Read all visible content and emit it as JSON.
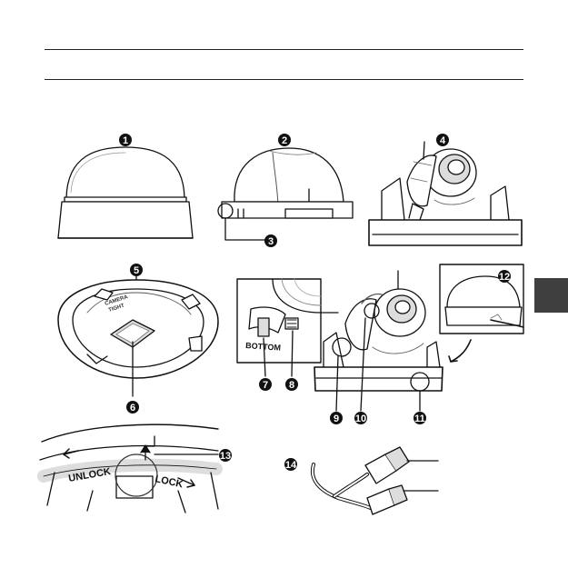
{
  "badges": {
    "b1": "1",
    "b2": "2",
    "b3": "3",
    "b4": "4",
    "b5": "5",
    "b6": "6",
    "b7": "7",
    "b8": "8",
    "b9": "9",
    "b10": "10",
    "b11": "11",
    "b12": "12",
    "b13": "13",
    "b14": "14"
  },
  "labels": {
    "bottom": "BOTTOM",
    "unlock": "UNLOCK",
    "lock": "LOCK",
    "camera_label_1": "CAMERA",
    "camera_label_2": "TIGHT"
  },
  "colors": {
    "ink": "#111111",
    "tab": "#3f3f3f",
    "gray": "#8a8a8a"
  }
}
